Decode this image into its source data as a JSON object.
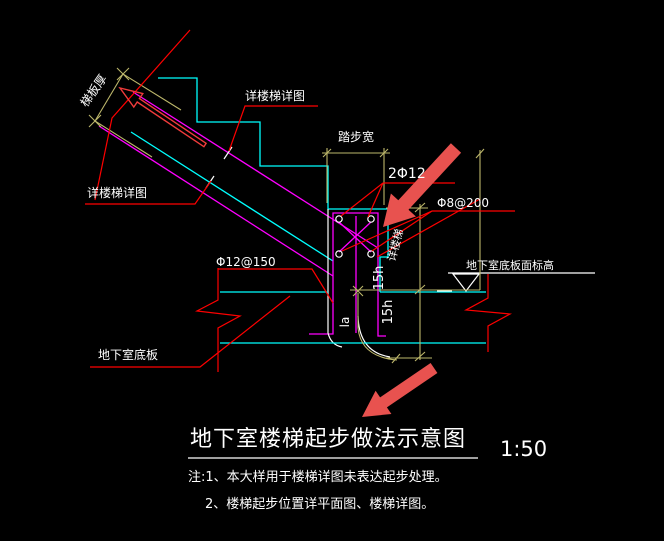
{
  "drawing": {
    "kind": "CAD detail drawing on black background",
    "colors": {
      "background": "#000000",
      "concrete_outline": "#00ffff",
      "rebar": "#ff00ff",
      "leaders_and_breaks": "#ff0000",
      "dimensions": "#bdb76b",
      "text": "#ffffff",
      "annotation_arrows": "#e8524f"
    },
    "labels": {
      "slab_thickness": "梯板厚",
      "stair_detail_top": "详楼梯详图",
      "stair_detail_left": "详楼梯详图",
      "stair_detail_rotated": "详楼梯",
      "tread_width": "踏步宽",
      "top_bars": "2Φ12",
      "stirrups": "Φ8@200",
      "slab_bars": "Φ12@150",
      "slab_level": "地下室底板面标高",
      "basement_slab": "地下室底板",
      "dim_15h_upper": "15h",
      "dim_15h_lower": "15h",
      "anchorage_length": "la"
    },
    "title_block": {
      "title": "地下室楼梯起步做法示意图",
      "scale": "1:50"
    },
    "notes": {
      "line1": "注:1、本大样用于楼梯详图未表达起步处理。",
      "line2": "2、楼梯起步位置详平面图、楼梯详图。"
    }
  }
}
